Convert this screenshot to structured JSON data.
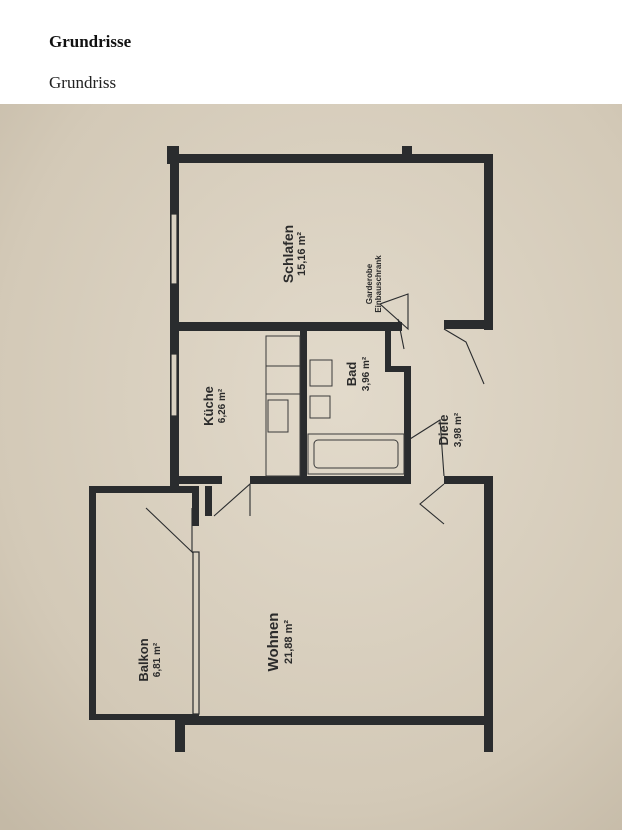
{
  "page": {
    "heading": "Grundrisse",
    "subheading": "Grundriss"
  },
  "plan": {
    "rooms": {
      "schlafen": {
        "name": "Schlafen",
        "area": "15,16 m²"
      },
      "kueche": {
        "name": "Küche",
        "area": "6,26 m²"
      },
      "bad": {
        "name": "Bad",
        "area": "3,96 m²"
      },
      "diele": {
        "name": "Diele",
        "area": "3,98 m²"
      },
      "wohnen": {
        "name": "Wohnen",
        "area": "21,88 m²"
      },
      "balkon": {
        "name": "Balkon",
        "area": "6,81 m²"
      }
    },
    "wardrobe": {
      "line1": "Garderobe",
      "line2": "Einbauschrank"
    }
  },
  "colors": {
    "paper": "#d6cdbd",
    "wall": "#2a2c2e",
    "text": "#2b2b2b"
  }
}
